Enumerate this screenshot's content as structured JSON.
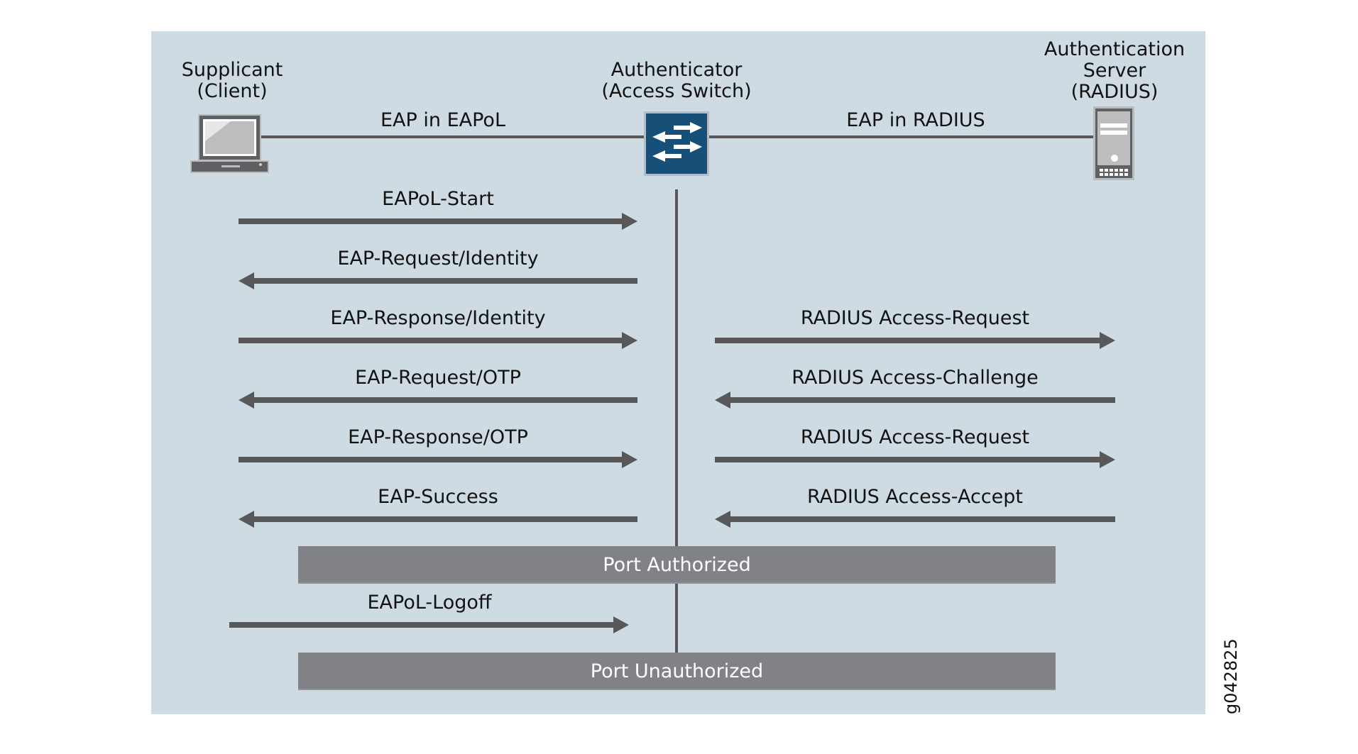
{
  "diagram": {
    "colors": {
      "panel_bg": "#cfdbe3",
      "arrow": "#58585a",
      "switch_fill": "#165079",
      "bar_fill": "#818285",
      "bar_text": "#ffffff",
      "icon_gray": "#606060",
      "icon_light": "#bdbdbf"
    },
    "entities": {
      "supplicant": {
        "label": "Supplicant\n(Client)",
        "icon": "laptop-icon"
      },
      "authenticator": {
        "label": "Authenticator\n(Access Switch)",
        "icon": "switch-icon"
      },
      "server": {
        "label": "Authentication\nServer\n(RADIUS)",
        "icon": "server-icon"
      }
    },
    "links": {
      "left": "EAP in EAPoL",
      "right": "EAP in RADIUS"
    },
    "messages": [
      {
        "side": "left",
        "direction": "right",
        "label": "EAPoL-Start"
      },
      {
        "side": "left",
        "direction": "left",
        "label": "EAP-Request/Identity"
      },
      {
        "side": "left",
        "direction": "right",
        "label": "EAP-Response/Identity"
      },
      {
        "side": "right",
        "direction": "right",
        "label": "RADIUS Access-Request"
      },
      {
        "side": "left",
        "direction": "left",
        "label": "EAP-Request/OTP"
      },
      {
        "side": "right",
        "direction": "left",
        "label": "RADIUS Access-Challenge"
      },
      {
        "side": "left",
        "direction": "right",
        "label": "EAP-Response/OTP"
      },
      {
        "side": "right",
        "direction": "right",
        "label": "RADIUS Access-Request"
      },
      {
        "side": "left",
        "direction": "left",
        "label": "EAP-Success"
      },
      {
        "side": "right",
        "direction": "left",
        "label": "RADIUS Access-Accept"
      },
      {
        "side": "left",
        "direction": "right",
        "label": "EAPoL-Logoff"
      }
    ],
    "states": {
      "authorized": "Port Authorized",
      "unauthorized": "Port Unauthorized"
    },
    "figure_id": "g042825"
  }
}
